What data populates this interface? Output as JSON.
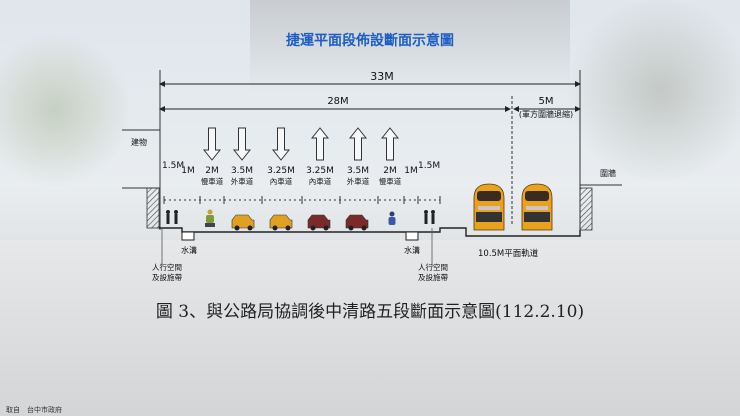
{
  "title": "捷運平面段佈設斷面示意圖",
  "dimensions": {
    "total": "33M",
    "road": "28M",
    "rail_reserve": "5M",
    "rail_reserve_note": "(軍方圍牆退縮)"
  },
  "labels": {
    "building": "建物",
    "wall": "圍牆",
    "sidewalk_width": "1.5M",
    "sidewalk_width_right": "1.5M",
    "ditch_left": "水溝",
    "ditch_right": "水溝",
    "sidewalk_left_1": "人行空間",
    "sidewalk_left_2": "及設施帶",
    "sidewalk_right_1": "人行空間",
    "sidewalk_right_2": "及設施帶",
    "rail_track": "10.5M平面軌道"
  },
  "lanes": [
    {
      "width": "1M",
      "name": ""
    },
    {
      "width": "2M",
      "name": "慢車道"
    },
    {
      "width": "3.5M",
      "name": "外車道"
    },
    {
      "width": "3.25M",
      "name": "內車道"
    },
    {
      "width": "3.25M",
      "name": "內車道"
    },
    {
      "width": "3.5M",
      "name": "外車道"
    },
    {
      "width": "2M",
      "name": "慢車道"
    },
    {
      "width": "1M",
      "name": ""
    }
  ],
  "arrows": [
    "down",
    "down",
    "down",
    "up",
    "up",
    "up"
  ],
  "caption": "圖 3、與公路局協調後中清路五段斷面示意圖(112.2.10)",
  "credit": "取自　台中市政府",
  "colors": {
    "title": "#1e5ec4",
    "train_body": "#e8a21b",
    "car_yellow": "#e0a020",
    "car_red": "#7a2a2a"
  }
}
